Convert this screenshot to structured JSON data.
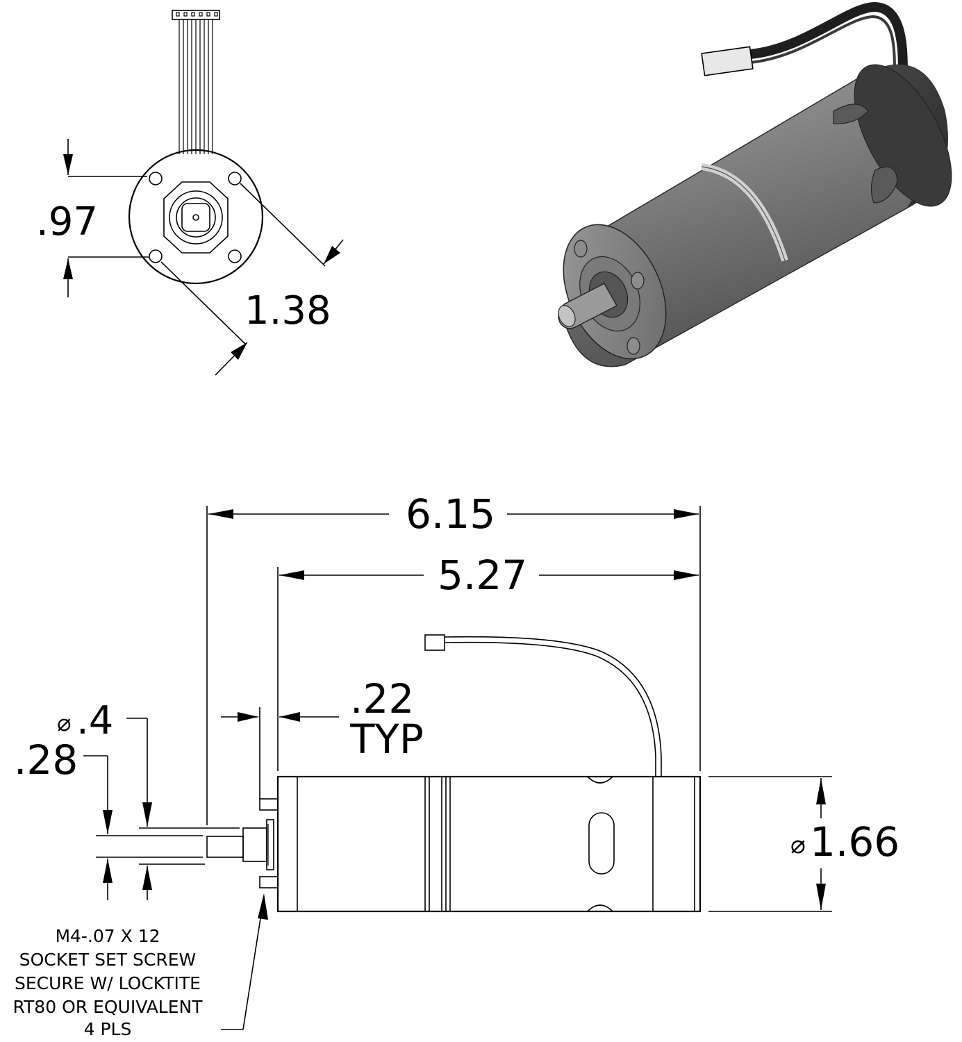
{
  "front_view": {
    "height_dim": ".97",
    "diagonal_dim": "1.38"
  },
  "side_view": {
    "overall_length": "6.15",
    "body_length": "5.27",
    "flange_dim": ".22",
    "flange_dim_suffix": "TYP",
    "shaft_flat_dim": ".28",
    "shaft_diameter_dim": ".4",
    "body_diameter_dim": "1.66",
    "diameter_symbol": "⌀",
    "screw_note": [
      "M4-.07 X 12",
      "SOCKET SET SCREW",
      "SECURE W/ LOCKTITE",
      "RT80 OR EQUIVALENT",
      "4 PLS"
    ]
  },
  "colors": {
    "line": "#000000",
    "motor_dark": "#5f5f5f",
    "motor_light": "#8a8a8a",
    "motor_end": "#3a3a3a"
  }
}
